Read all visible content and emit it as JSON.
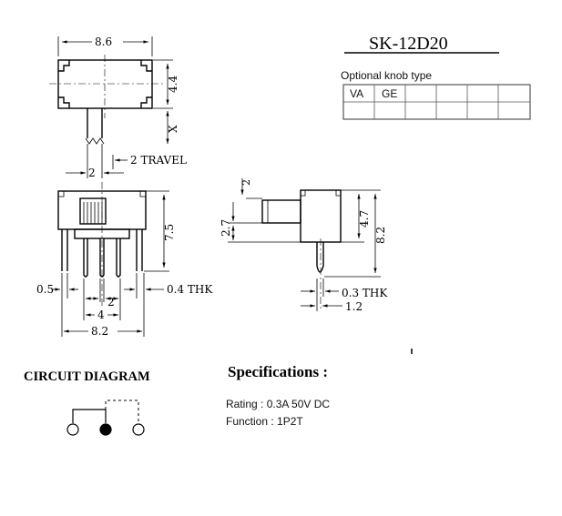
{
  "part_number": "SK-12D20",
  "knob_table": {
    "caption": "Optional knob type",
    "row1": [
      "VA",
      "GE",
      "",
      "",
      "",
      ""
    ],
    "row2": [
      "",
      "",
      "",
      "",
      "",
      ""
    ]
  },
  "top_view": {
    "width": "8.6",
    "height": "4.4",
    "x_label": "X",
    "pin_width": "2",
    "travel": "2 TRAVEL"
  },
  "front_view": {
    "height": "7.5",
    "pitch_outer": "0.5",
    "pitch_inner": "2",
    "thickness": "0.4 THK",
    "span": "4",
    "total_width": "8.2"
  },
  "side_view": {
    "knob_w": "2",
    "knob_h": "2.7",
    "body_h": "4.7",
    "total_h": "8.2",
    "pin_thk": "0.3 THK",
    "pin_off": "1.2"
  },
  "circuit": {
    "title": "CIRCUIT DIAGRAM"
  },
  "specs": {
    "title": "Specifications :",
    "rating": "Rating : 0.3A 50V DC",
    "function": "Function : 1P2T"
  }
}
